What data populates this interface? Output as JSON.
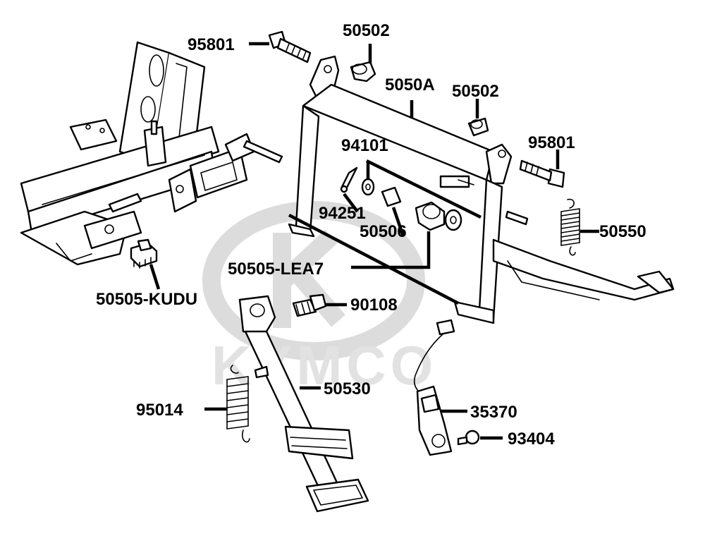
{
  "watermark": {
    "brand": "KYMCO",
    "color": "#dcdcdc"
  },
  "labels": [
    {
      "id": "95801-top",
      "text": "95801"
    },
    {
      "id": "50502-top",
      "text": "50502"
    },
    {
      "id": "5050A",
      "text": "5050A"
    },
    {
      "id": "50502-right",
      "text": "50502"
    },
    {
      "id": "94101",
      "text": "94101"
    },
    {
      "id": "95801-right",
      "text": "95801"
    },
    {
      "id": "94251",
      "text": "94251"
    },
    {
      "id": "50506",
      "text": "50506"
    },
    {
      "id": "50550",
      "text": "50550"
    },
    {
      "id": "50505-LEA7",
      "text": "50505-LEA7"
    },
    {
      "id": "50505-KUDU",
      "text": "50505-KUDU"
    },
    {
      "id": "90108",
      "text": "90108"
    },
    {
      "id": "50530",
      "text": "50530"
    },
    {
      "id": "35370",
      "text": "35370"
    },
    {
      "id": "95014",
      "text": "95014"
    },
    {
      "id": "93404",
      "text": "93404"
    }
  ]
}
